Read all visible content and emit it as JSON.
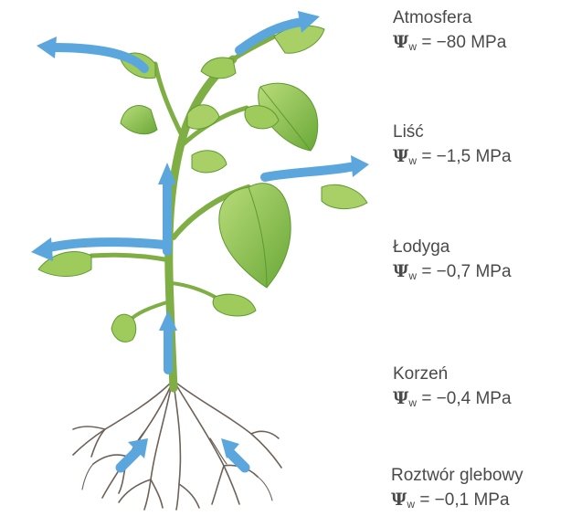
{
  "diagram": {
    "psi_symbol": "Ψ",
    "psi_subscript": "w",
    "levels": [
      {
        "name": "Atmosfera",
        "value": "= −80 MPa"
      },
      {
        "name": "Liść",
        "value": "= −1,5 MPa"
      },
      {
        "name": "Łodyga",
        "value": "= −0,7 MPa"
      },
      {
        "name": "Korzeń",
        "value": "= −0,4 MPa"
      },
      {
        "name": "Roztwór glebowy",
        "value": "= −0,1 MPa"
      }
    ],
    "colors": {
      "arrow": "#5ba6dc",
      "leaf": "#8cc34f",
      "leaf_dark": "#5e9a2f",
      "stem": "#7fae45",
      "root": "#6d6258",
      "text": "#4a4a4a"
    }
  }
}
